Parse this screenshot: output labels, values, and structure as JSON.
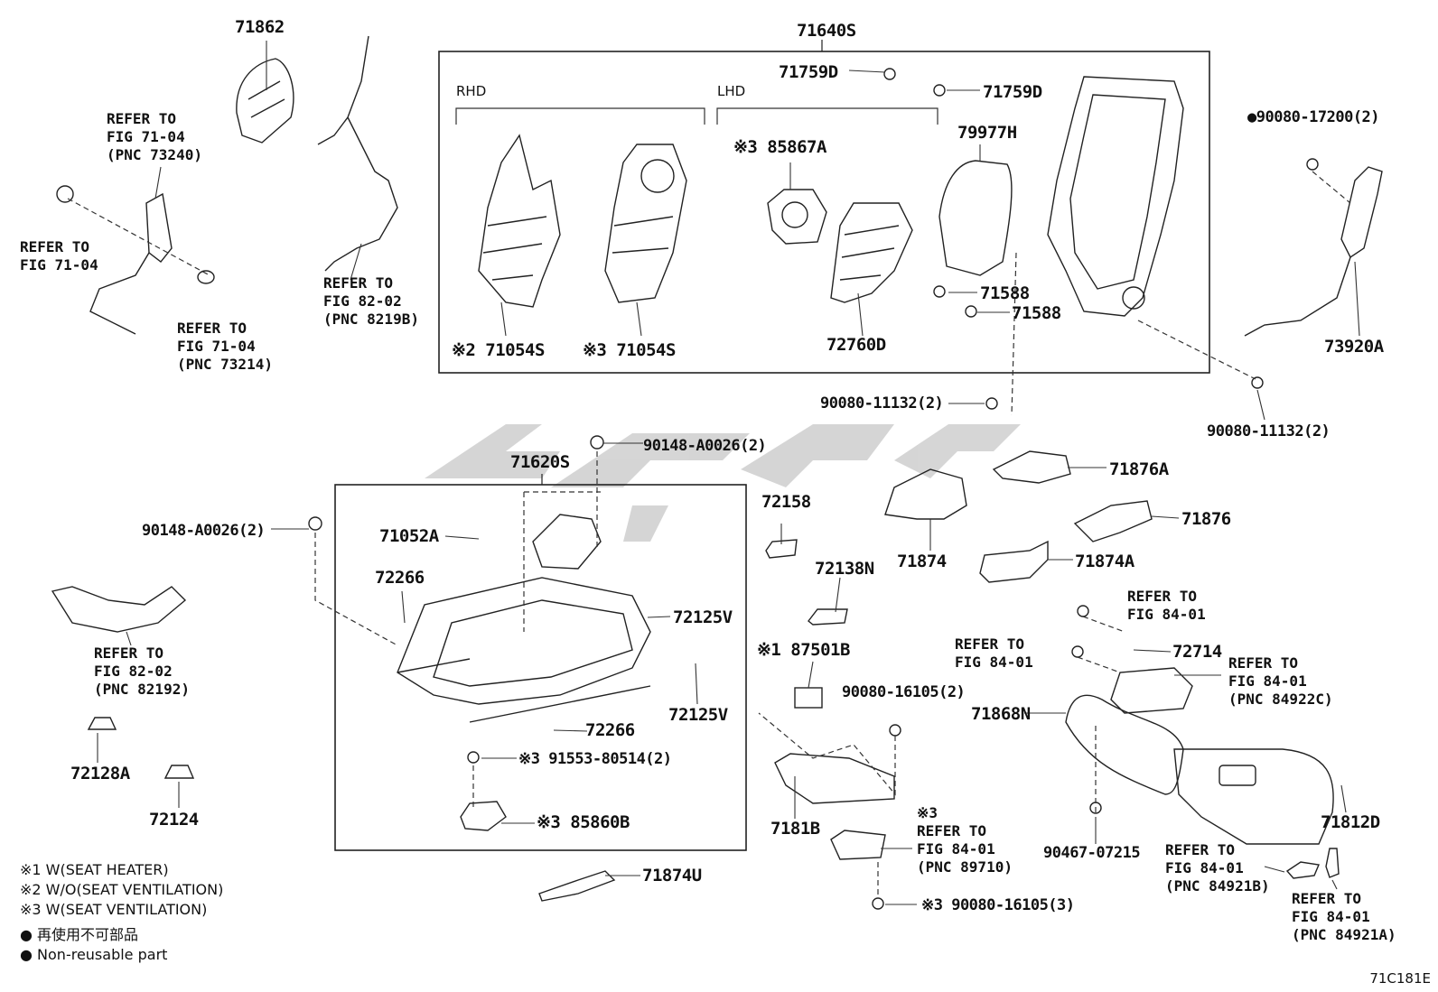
{
  "group_labels": {
    "seat_back_assy": "71640S",
    "seat_cushion_assy": "71620S",
    "rhd": "RHD",
    "lhd": "LHD"
  },
  "parts": {
    "p71862": "71862",
    "p71759d_a": "71759D",
    "p71759d_b": "71759D",
    "p85867a": "※3 85867A",
    "p79977h": "79977H",
    "p90080_17200": "●90080-17200(2)",
    "p71588_a": "71588",
    "p71588_b": "71588",
    "p71054s_a": "※2 71054S",
    "p71054s_b": "※3 71054S",
    "p72760d": "72760D",
    "p73920a": "73920A",
    "p90080_11132_a": "90080-11132(2)",
    "p90080_11132_b": "90080-11132(2)",
    "p90148_a0026_a": "90148-A0026(2)",
    "p90148_a0026_b": "90148-A0026(2)",
    "p71876a": "71876A",
    "p72158": "72158",
    "p71876": "71876",
    "p71874": "71874",
    "p71874a": "71874A",
    "p71052a": "71052A",
    "p72266_a": "72266",
    "p72266_b": "72266",
    "p72138n": "72138N",
    "p72125v_a": "72125V",
    "p72125v_b": "72125V",
    "p87501b": "※1 87501B",
    "p72714": "72714",
    "p90080_16105_a": "90080-16105(2)",
    "p71868n": "71868N",
    "p72128a": "72128A",
    "p72124": "72124",
    "p91553": "※3 91553-80514(2)",
    "p85860b": "※3 85860B",
    "p7181b": "7181B",
    "p90467": "90467-07215",
    "p71812d": "71812D",
    "p71874u": "71874U",
    "p90080_16105_b": "※3 90080-16105(3)"
  },
  "refs": {
    "r1": "REFER TO\nFIG 71-04\n(PNC 73240)",
    "r2": "REFER TO\nFIG 71-04",
    "r3": "REFER TO\nFIG 71-04\n(PNC 73214)",
    "r4": "REFER TO\nFIG 82-02\n(PNC 8219B)",
    "r5": "REFER TO\nFIG 82-02\n(PNC 82192)",
    "r6": "REFER TO\nFIG 84-01",
    "r7": "REFER TO\nFIG 84-01",
    "r8": "REFER TO\nFIG 84-01\n(PNC 84922C)",
    "r9": "※3\nREFER TO\nFIG 84-01\n(PNC 89710)",
    "r10": "REFER TO\nFIG 84-01\n(PNC 84921B)",
    "r11": "REFER TO\nFIG 84-01\n(PNC 84921A)"
  },
  "legend": {
    "n1": "※1 W(SEAT HEATER)",
    "n2": "※2 W/O(SEAT VENTILATION)",
    "n3": "※3 W(SEAT VENTILATION)",
    "n4": "● 再使用不可部品",
    "n5": "● Non-reusable part"
  },
  "figure_code": "71C181E"
}
